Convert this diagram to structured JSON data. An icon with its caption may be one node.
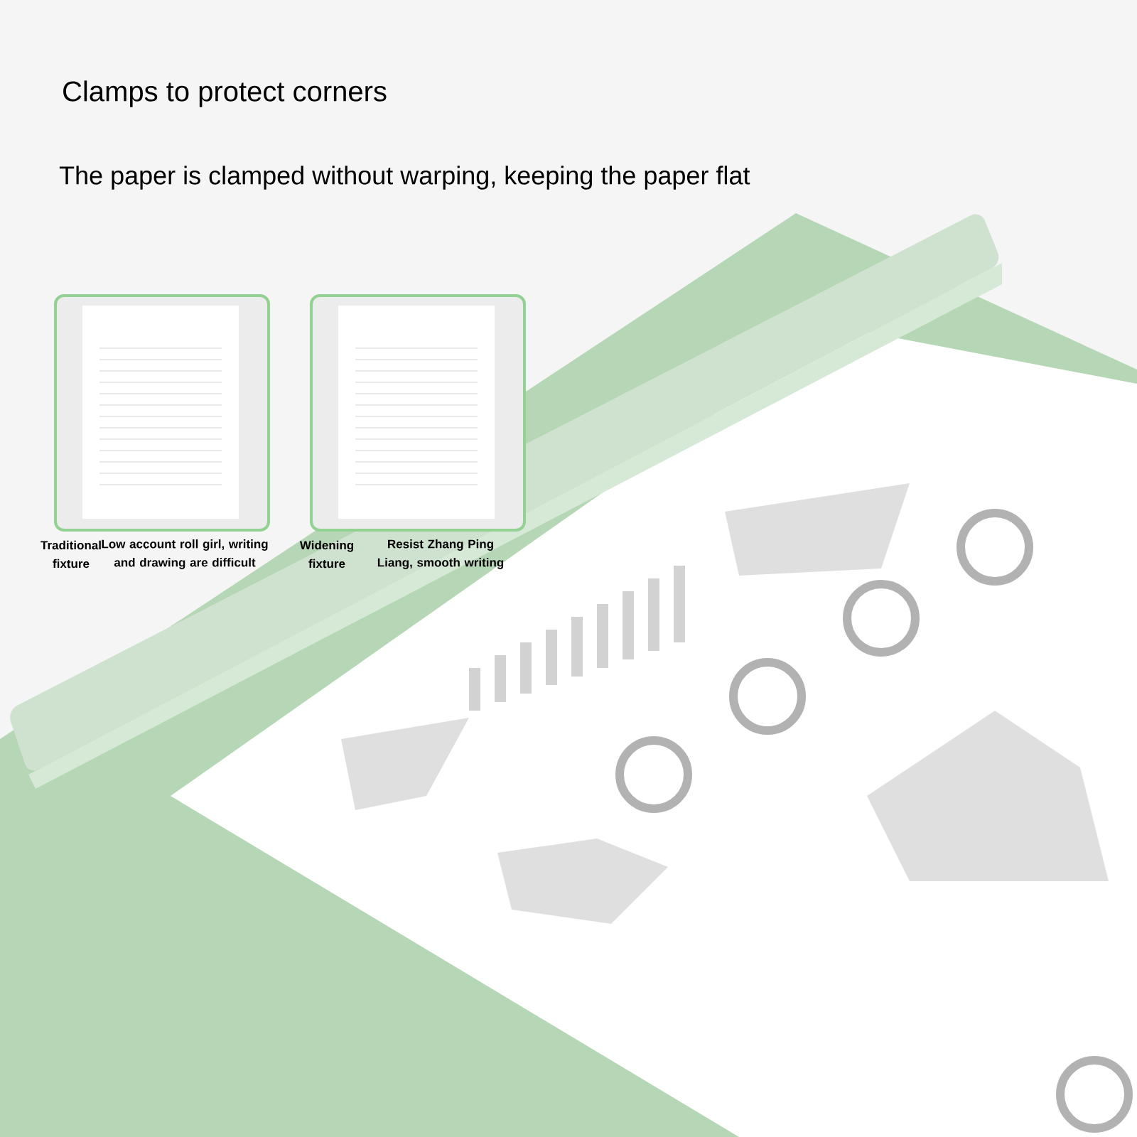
{
  "diagram": {
    "title": "Clamps to protect corners",
    "caption": "The paper is clamped without warping, keeping the paper flat",
    "nodes": [
      {
        "text": [
          "Traditional fixture",
          "Low account roll girl, writing and drawing are difficult"
        ]
      },
      {
        "text": [
          "Widening fixture",
          "Resist Zhang Ping Liang, smooth writing"
        ]
      }
    ]
  }
}
